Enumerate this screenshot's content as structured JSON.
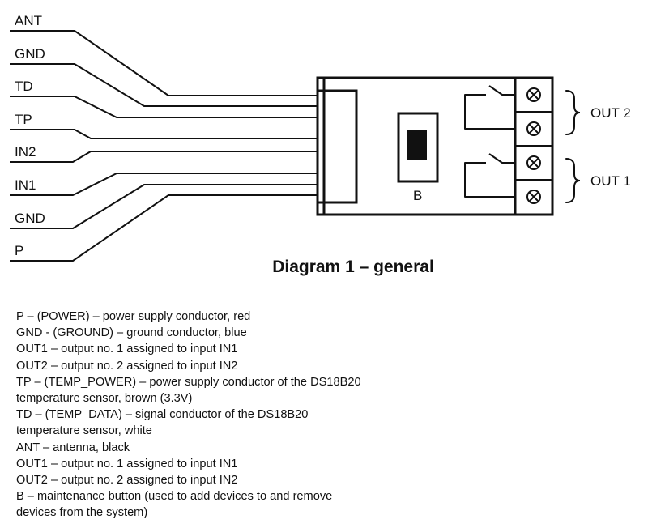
{
  "wires": [
    {
      "label": "ANT"
    },
    {
      "label": "GND"
    },
    {
      "label": "TD"
    },
    {
      "label": "TP"
    },
    {
      "label": "IN2"
    },
    {
      "label": "IN1"
    },
    {
      "label": "GND"
    },
    {
      "label": "P"
    }
  ],
  "outputs": [
    {
      "label": "OUT 2"
    },
    {
      "label": "OUT 1"
    }
  ],
  "button_label": "B",
  "caption": "Diagram 1 – general",
  "legend": [
    "P – (POWER) – power supply conductor, red",
    "GND - (GROUND) – ground conductor, blue",
    "OUT1 – output no. 1 assigned to input IN1",
    "OUT2 – output no. 2 assigned to input IN2",
    "TP – (TEMP_POWER) – power supply conductor of the DS18B20",
    "temperature sensor, brown (3.3V)",
    "TD – (TEMP_DATA) – signal conductor of the DS18B20",
    "temperature sensor, white",
    "ANT – antenna, black",
    "OUT1 – output no. 1 assigned to input IN1",
    "OUT2 – output no. 2 assigned to input IN2",
    "B – maintenance button (used to add devices to and remove",
    "devices from the system)"
  ]
}
